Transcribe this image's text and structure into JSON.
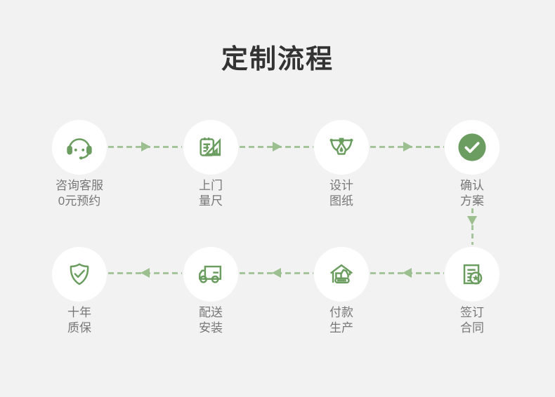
{
  "page": {
    "title": "定制流程",
    "background": "#f2f2f2"
  },
  "colors": {
    "icon_green": "#6b9d60",
    "arrow_green": "#a6c49a",
    "arrowhead_green": "#9cbf90",
    "title_color": "#333333",
    "label_color": "#777777",
    "circle_background": "#ffffff"
  },
  "steps": [
    {
      "order": 1,
      "icon": "headset-icon",
      "label_line1": "咨询客服",
      "label_line2": "0元预约"
    },
    {
      "order": 2,
      "icon": "measuring-ruler-icon",
      "label_line1": "上门",
      "label_line2": "量尺"
    },
    {
      "order": 3,
      "icon": "pen-tool-icon",
      "label_line1": "设计",
      "label_line2": "图纸"
    },
    {
      "order": 4,
      "icon": "check-circle-icon",
      "label_line1": "确认",
      "label_line2": "方案"
    },
    {
      "order": 5,
      "icon": "contract-star-icon",
      "label_line1": "签订",
      "label_line2": "合同"
    },
    {
      "order": 6,
      "icon": "factory-house-icon",
      "label_line1": "付款",
      "label_line2": "生产"
    },
    {
      "order": 7,
      "icon": "delivery-truck-icon",
      "label_line1": "配送",
      "label_line2": "安装"
    },
    {
      "order": 8,
      "icon": "shield-check-icon",
      "label_line1": "十年",
      "label_line2": "质保"
    }
  ],
  "flow": {
    "row1_direction": "right",
    "row2_direction": "left",
    "row_connector_direction": "down"
  }
}
